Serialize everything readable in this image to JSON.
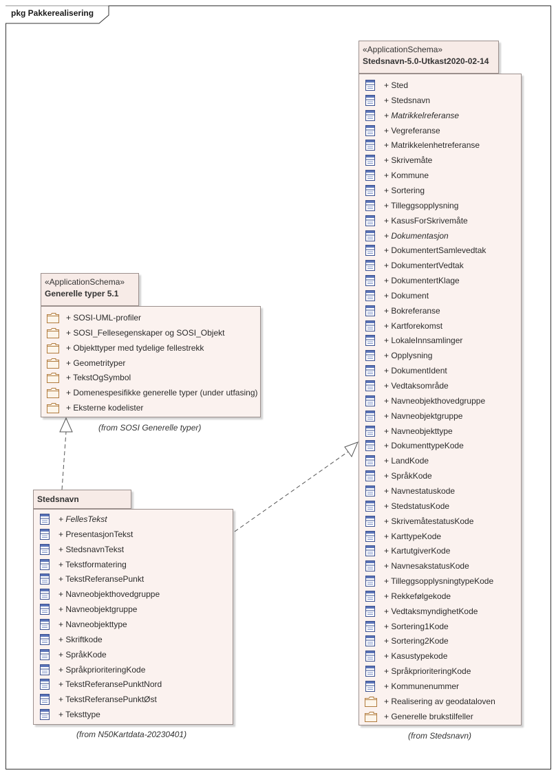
{
  "frame": {
    "label": "pkg Pakkerealisering"
  },
  "packages": {
    "stedsnavn_schema": {
      "stereotype": "«ApplicationSchema»",
      "name": "Stedsnavn-5.0-Utkast2020-02-14",
      "from": "(from Stedsnavn)",
      "items": [
        {
          "label": "+ Sted",
          "icon": "class-icon",
          "italic": false
        },
        {
          "label": "+ Stedsnavn",
          "icon": "class-icon",
          "italic": false
        },
        {
          "label": "+ Matrikkelreferanse",
          "icon": "class-icon",
          "italic": true
        },
        {
          "label": "+ Vegreferanse",
          "icon": "class-icon",
          "italic": false
        },
        {
          "label": "+ Matrikkelenhetreferanse",
          "icon": "class-icon",
          "italic": false
        },
        {
          "label": "+ Skrivemåte",
          "icon": "class-icon",
          "italic": false
        },
        {
          "label": "+ Kommune",
          "icon": "class-icon",
          "italic": false
        },
        {
          "label": "+ Sortering",
          "icon": "class-icon",
          "italic": false
        },
        {
          "label": "+ Tilleggsopplysning",
          "icon": "class-icon",
          "italic": false
        },
        {
          "label": "+ KasusForSkrivemåte",
          "icon": "class-icon",
          "italic": false
        },
        {
          "label": "+ Dokumentasjon",
          "icon": "class-icon",
          "italic": true
        },
        {
          "label": "+ DokumentertSamlevedtak",
          "icon": "class-icon",
          "italic": false
        },
        {
          "label": "+ DokumentertVedtak",
          "icon": "class-icon",
          "italic": false
        },
        {
          "label": "+ DokumentertKlage",
          "icon": "class-icon",
          "italic": false
        },
        {
          "label": "+ Dokument",
          "icon": "class-icon",
          "italic": false
        },
        {
          "label": "+ Bokreferanse",
          "icon": "class-icon",
          "italic": false
        },
        {
          "label": "+ Kartforekomst",
          "icon": "class-icon",
          "italic": false
        },
        {
          "label": "+ LokaleInnsamlinger",
          "icon": "class-icon",
          "italic": false
        },
        {
          "label": "+ Opplysning",
          "icon": "class-icon",
          "italic": false
        },
        {
          "label": "+ DokumentIdent",
          "icon": "class-icon",
          "italic": false
        },
        {
          "label": "+ Vedtaksområde",
          "icon": "class-icon",
          "italic": false
        },
        {
          "label": "+ Navneobjekthovedgruppe",
          "icon": "class-icon",
          "italic": false
        },
        {
          "label": "+ Navneobjektgruppe",
          "icon": "class-icon",
          "italic": false
        },
        {
          "label": "+ Navneobjekttype",
          "icon": "class-icon",
          "italic": false
        },
        {
          "label": "+ DokumenttypeKode",
          "icon": "class-icon",
          "italic": false
        },
        {
          "label": "+ LandKode",
          "icon": "class-icon",
          "italic": false
        },
        {
          "label": "+ SpråkKode",
          "icon": "class-icon",
          "italic": false
        },
        {
          "label": "+ Navnestatuskode",
          "icon": "class-icon",
          "italic": false
        },
        {
          "label": "+ StedstatusKode",
          "icon": "class-icon",
          "italic": false
        },
        {
          "label": "+ SkrivemåtestatusKode",
          "icon": "class-icon",
          "italic": false
        },
        {
          "label": "+ KarttypeKode",
          "icon": "class-icon",
          "italic": false
        },
        {
          "label": "+ KartutgiverKode",
          "icon": "class-icon",
          "italic": false
        },
        {
          "label": "+ NavnesakstatusKode",
          "icon": "class-icon",
          "italic": false
        },
        {
          "label": "+ TilleggsopplysningtypeKode",
          "icon": "class-icon",
          "italic": false
        },
        {
          "label": "+ Rekkefølgekode",
          "icon": "class-icon",
          "italic": false
        },
        {
          "label": "+ VedtaksmyndighetKode",
          "icon": "class-icon",
          "italic": false
        },
        {
          "label": "+ Sortering1Kode",
          "icon": "class-icon",
          "italic": false
        },
        {
          "label": "+ Sortering2Kode",
          "icon": "class-icon",
          "italic": false
        },
        {
          "label": "+ Kasustypekode",
          "icon": "class-icon",
          "italic": false
        },
        {
          "label": "+ SpråkprioriteringKode",
          "icon": "class-icon",
          "italic": false
        },
        {
          "label": "+ Kommunenummer",
          "icon": "class-icon",
          "italic": false
        },
        {
          "label": "+ Realisering av geodataloven",
          "icon": "folder-icon",
          "italic": false
        },
        {
          "label": "+ Generelle brukstilfeller",
          "icon": "folder-icon",
          "italic": false
        }
      ]
    },
    "generelle_typer": {
      "stereotype": "«ApplicationSchema»",
      "name": "Generelle typer 5.1",
      "from": "(from SOSI Generelle typer)",
      "items": [
        {
          "label": "+ SOSI-UML-profiler",
          "icon": "folder-icon",
          "italic": false
        },
        {
          "label": "+ SOSI_Fellesegenskaper og SOSI_Objekt",
          "icon": "folder-icon",
          "italic": false
        },
        {
          "label": "+ Objekttyper med tydelige fellestrekk",
          "icon": "folder-icon",
          "italic": false
        },
        {
          "label": "+ Geometrityper",
          "icon": "folder-icon",
          "italic": false
        },
        {
          "label": "+ TekstOgSymbol",
          "icon": "folder-icon",
          "italic": false
        },
        {
          "label": "+ Domenespesifikke generelle typer (under utfasing)",
          "icon": "folder-icon",
          "italic": false
        },
        {
          "label": "+ Eksterne kodelister",
          "icon": "folder-icon",
          "italic": false
        }
      ]
    },
    "stedsnavn_n50": {
      "stereotype": "",
      "name": "Stedsnavn",
      "from": "(from N50Kartdata-20230401)",
      "items": [
        {
          "label": "+ FellesTekst",
          "icon": "class-icon",
          "italic": true
        },
        {
          "label": "+ PresentasjonTekst",
          "icon": "class-icon",
          "italic": false
        },
        {
          "label": "+ StedsnavnTekst",
          "icon": "class-icon",
          "italic": false
        },
        {
          "label": "+ Tekstformatering",
          "icon": "class-icon",
          "italic": false
        },
        {
          "label": "+ TekstReferansePunkt",
          "icon": "class-icon",
          "italic": false
        },
        {
          "label": "+ Navneobjekthovedgruppe",
          "icon": "class-icon",
          "italic": false
        },
        {
          "label": "+ Navneobjektgruppe",
          "icon": "class-icon",
          "italic": false
        },
        {
          "label": "+ Navneobjekttype",
          "icon": "class-icon",
          "italic": false
        },
        {
          "label": "+ Skriftkode",
          "icon": "class-icon",
          "italic": false
        },
        {
          "label": "+ SpråkKode",
          "icon": "class-icon",
          "italic": false
        },
        {
          "label": "+ SpråkprioriteringKode",
          "icon": "class-icon",
          "italic": false
        },
        {
          "label": "+ TekstReferansePunktNord",
          "icon": "class-icon",
          "italic": false
        },
        {
          "label": "+ TekstReferansePunktØst",
          "icon": "class-icon",
          "italic": false
        },
        {
          "label": "+ Teksttype",
          "icon": "class-icon",
          "italic": false
        }
      ]
    }
  },
  "relations": [
    {
      "type": "realization",
      "from": "Stedsnavn",
      "to": "Generelle typer 5.1"
    },
    {
      "type": "realization",
      "from": "Stedsnavn",
      "to": "Stedsnavn-5.0-Utkast2020-02-14"
    }
  ]
}
